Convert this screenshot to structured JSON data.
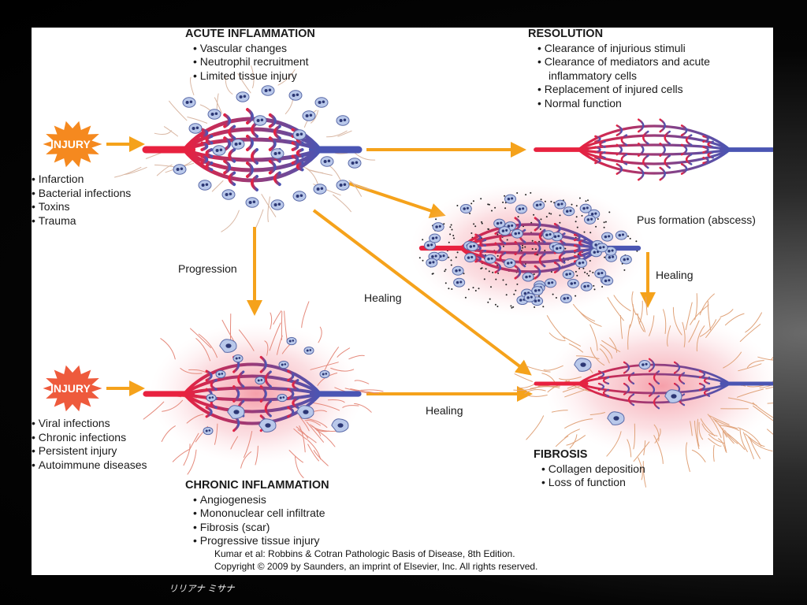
{
  "acute": {
    "title": "ACUTE INFLAMMATION",
    "items": [
      "Vascular changes",
      "Neutrophil recruitment",
      "Limited tissue injury"
    ]
  },
  "resolution": {
    "title": "RESOLUTION",
    "items": [
      "Clearance of injurious stimuli",
      "Clearance of mediators and acute",
      "inflammatory cells",
      "Replacement of injured cells",
      "Normal function"
    ]
  },
  "injury_top": {
    "label": "INJURY",
    "causes": [
      "Infarction",
      "Bacterial infections",
      "Toxins",
      "Trauma"
    ]
  },
  "injury_bottom": {
    "label": "INJURY",
    "causes": [
      "Viral infections",
      "Chronic infections",
      "Persistent injury",
      "Autoimmune diseases"
    ]
  },
  "chronic": {
    "title": "CHRONIC INFLAMMATION",
    "items": [
      "Angiogenesis",
      "Mononuclear cell infiltrate",
      "Fibrosis (scar)",
      "Progressive tissue injury"
    ]
  },
  "fibrosis": {
    "title": "FIBROSIS",
    "items": [
      "Collagen deposition",
      "Loss of function"
    ]
  },
  "edges": {
    "abscess": "Pus formation (abscess)",
    "progression": "Progression",
    "healing_diag": "Healing",
    "healing_abscess": "Healing",
    "healing_chronic": "Healing"
  },
  "credit": {
    "line1": "Kumar et al: Robbins & Cotran Pathologic Basis of Disease, 8th Edition.",
    "line2": "Copyright © 2009 by Saunders, an imprint of Elsevier, Inc. All rights reserved."
  },
  "footer": "リリアナ ミサナ",
  "colors": {
    "arrow": "#f5a21b",
    "injury_top": "#f5891f",
    "injury_bottom": "#ee5a3c",
    "artery": "#e8213f",
    "vein": "#4a55b3",
    "cell_fill": "#b9c8ea",
    "cell_nucleus": "#2c3775"
  }
}
